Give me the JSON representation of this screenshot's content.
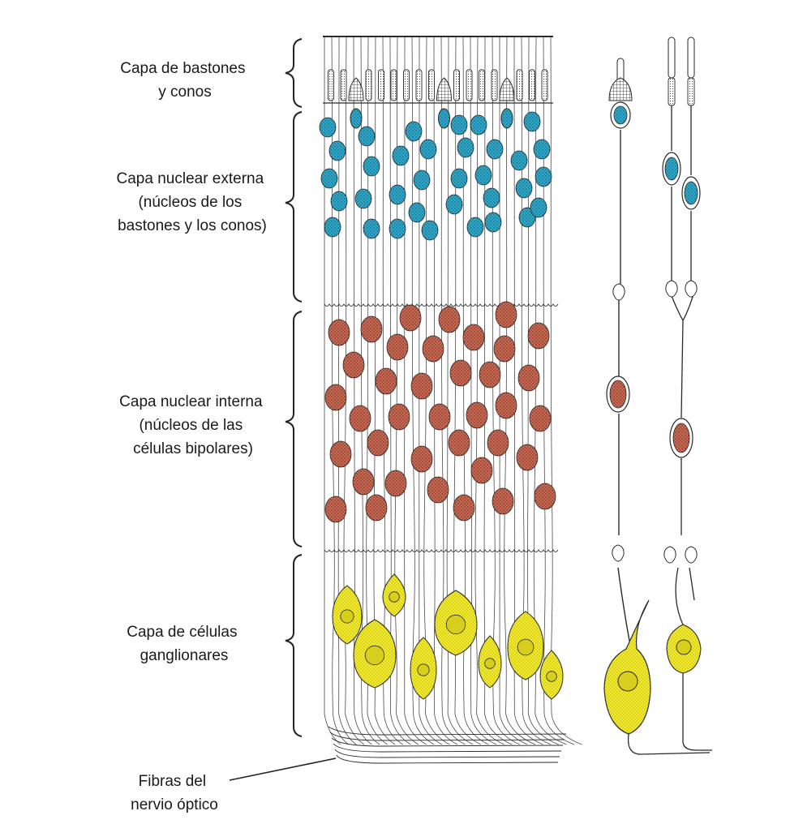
{
  "labels": {
    "rods_cones": [
      "Capa de bastones",
      "y conos"
    ],
    "outer_nuclear": [
      "Capa nuclear externa",
      "(núcleos de los",
      "bastones y los conos)"
    ],
    "inner_nuclear": [
      "Capa nuclear interna",
      "(núcleos de las",
      "células bipolares)"
    ],
    "ganglion": [
      "Capa de células",
      "ganglionares"
    ],
    "optic_fibers": [
      "Fibras del",
      "nervio óptico"
    ]
  },
  "colors": {
    "rod_cone_nuclei": "#2fa8c9",
    "bipolar_nuclei": "#c96a55",
    "ganglion_cells": "#f3ea2a",
    "line_work": "#2a2a2a"
  },
  "icons": [
    "brace-icon",
    "rod-cell-icon",
    "cone-cell-icon",
    "bipolar-cell-icon",
    "ganglion-cell-icon"
  ]
}
